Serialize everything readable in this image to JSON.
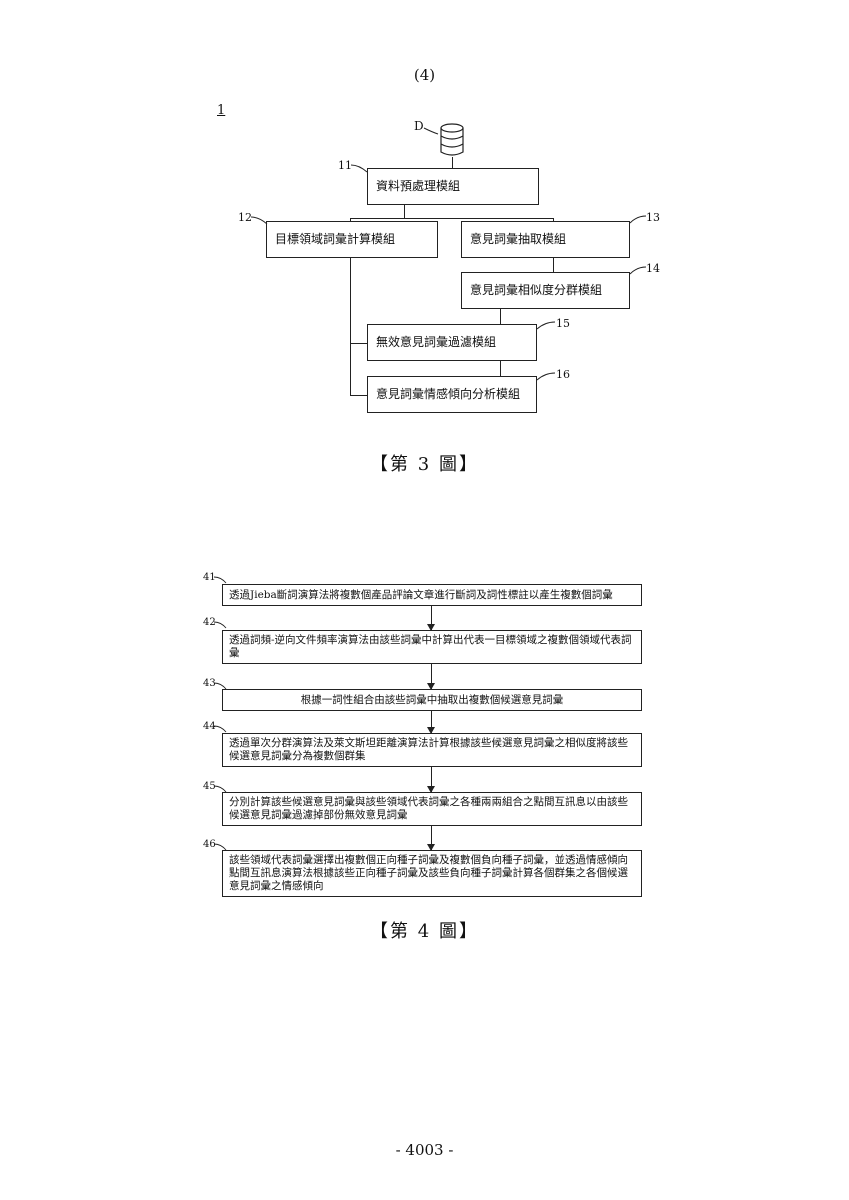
{
  "page": {
    "header": "(4)",
    "footer": "- 4003 -"
  },
  "figure3": {
    "ref": "1",
    "db_label": "D",
    "modules": [
      {
        "num": "11",
        "label": "資料預處理模組"
      },
      {
        "num": "12",
        "label": "目標領域詞彙計算模組"
      },
      {
        "num": "13",
        "label": "意見詞彙抽取模組"
      },
      {
        "num": "14",
        "label": "意見詞彙相似度分群模組"
      },
      {
        "num": "15",
        "label": "無效意見詞彙過濾模組"
      },
      {
        "num": "16",
        "label": "意見詞彙情感傾向分析模組"
      }
    ],
    "caption": "【第 3 圖】"
  },
  "figure4": {
    "steps": [
      {
        "num": "41",
        "text": "透過Jieba斷詞演算法將複數個產品評論文章進行斷詞及詞性標註以產生複數個詞彙"
      },
      {
        "num": "42",
        "text": "透過詞頻-逆向文件頻率演算法由該些詞彙中計算出代表一目標領域之複數個領域代表詞彙"
      },
      {
        "num": "43",
        "text": "根據一詞性組合由該些詞彙中抽取出複數個候選意見詞彙"
      },
      {
        "num": "44",
        "text": "透過單次分群演算法及萊文斯坦距離演算法計算根據該些候選意見詞彙之相似度將該些候選意見詞彙分為複數個群集"
      },
      {
        "num": "45",
        "text": "分別計算該些候選意見詞彙與該些領域代表詞彙之各種兩兩組合之點間互訊息以由該些候選意見詞彙過濾掉部份無效意見詞彙"
      },
      {
        "num": "46",
        "text": "該些領域代表詞彙選擇出複數個正向種子詞彙及複數個負向種子詞彙，並透過情感傾向點間互訊息演算法根據該些正向種子詞彙及該些負向種子詞彙計算各個群集之各個候選意見詞彙之情感傾向"
      }
    ],
    "caption": "【第 4 圖】"
  }
}
